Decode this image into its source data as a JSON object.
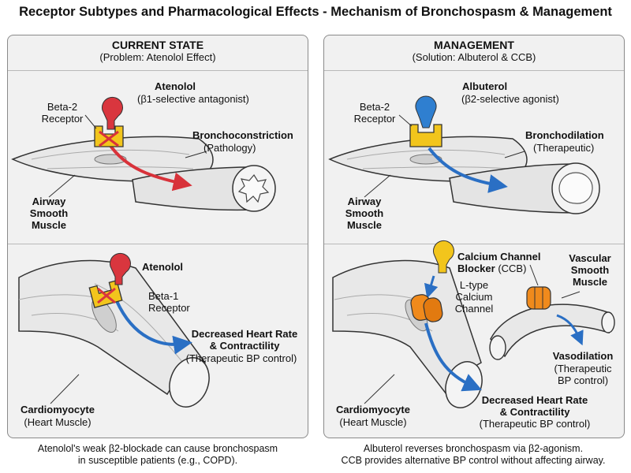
{
  "title": "Receptor Subtypes and Pharmacological Effects - Mechanism of Bronchospasm & Management",
  "left_panel": {
    "heading": "CURRENT STATE",
    "subheading": "(Problem: Atenolol Effect)",
    "top": {
      "drug_name": "Atenolol",
      "drug_desc": "(β1-selective antagonist)",
      "receptor_line1": "Beta-2",
      "receptor_line2": "Receptor",
      "effect_title": "Bronchoconstriction",
      "effect_desc": "(Pathology)",
      "tissue_line1": "Airway",
      "tissue_line2": "Smooth",
      "tissue_line3": "Muscle"
    },
    "bottom": {
      "drug_name": "Atenolol",
      "receptor_line1": "Beta-1",
      "receptor_line2": "Receptor",
      "effect_line1": "Decreased Heart Rate",
      "effect_line2": "& Contractility",
      "effect_desc": "(Therapeutic BP control)",
      "tissue_name": "Cardiomyocyte",
      "tissue_desc": "(Heart Muscle)"
    },
    "caption_line1": "Atenolol's weak β2-blockade can cause bronchospasm",
    "caption_line2": "in susceptible patients (e.g., COPD)."
  },
  "right_panel": {
    "heading": "MANAGEMENT",
    "subheading": "(Solution: Albuterol & CCB)",
    "top": {
      "drug_name": "Albuterol",
      "drug_desc": "(β2-selective agonist)",
      "receptor_line1": "Beta-2",
      "receptor_line2": "Receptor",
      "effect_title": "Bronchodilation",
      "effect_desc": "(Therapeutic)",
      "tissue_line1": "Airway",
      "tissue_line2": "Smooth",
      "tissue_line3": "Muscle"
    },
    "bottom": {
      "ccb_line1": "Calcium Channel",
      "ccb_line2_bold": "Blocker",
      "ccb_line2_rest": " (CCB)",
      "channel_line1": "L-type",
      "channel_line2": "Calcium",
      "channel_line3": "Channel",
      "vascular_line1": "Vascular",
      "vascular_line2": "Smooth",
      "vascular_line3": "Muscle",
      "vaso_title": "Vasodilation",
      "vaso_line1": "(Therapeutic",
      "vaso_line2": "BP control)",
      "effect_line1": "Decreased Heart Rate",
      "effect_line2": "& Contractility",
      "effect_desc": "(Therapeutic BP control)",
      "tissue_name": "Cardiomyocyte",
      "tissue_desc": "(Heart Muscle)"
    },
    "caption_line1": "Albuterol reverses bronchospasm via β2-agonism.",
    "caption_line2": "CCB provides alternative BP control without affecting airway."
  },
  "colors": {
    "antagonist": "#d9363e",
    "agonist": "#2f7fd0",
    "receptor": "#f2c51c",
    "channel": "#f08a1c",
    "arrow_red": "#d8323a",
    "arrow_blue": "#2a6fc4",
    "panel_bg": "#f1f1f1",
    "tissue": "#e8e8e8"
  }
}
